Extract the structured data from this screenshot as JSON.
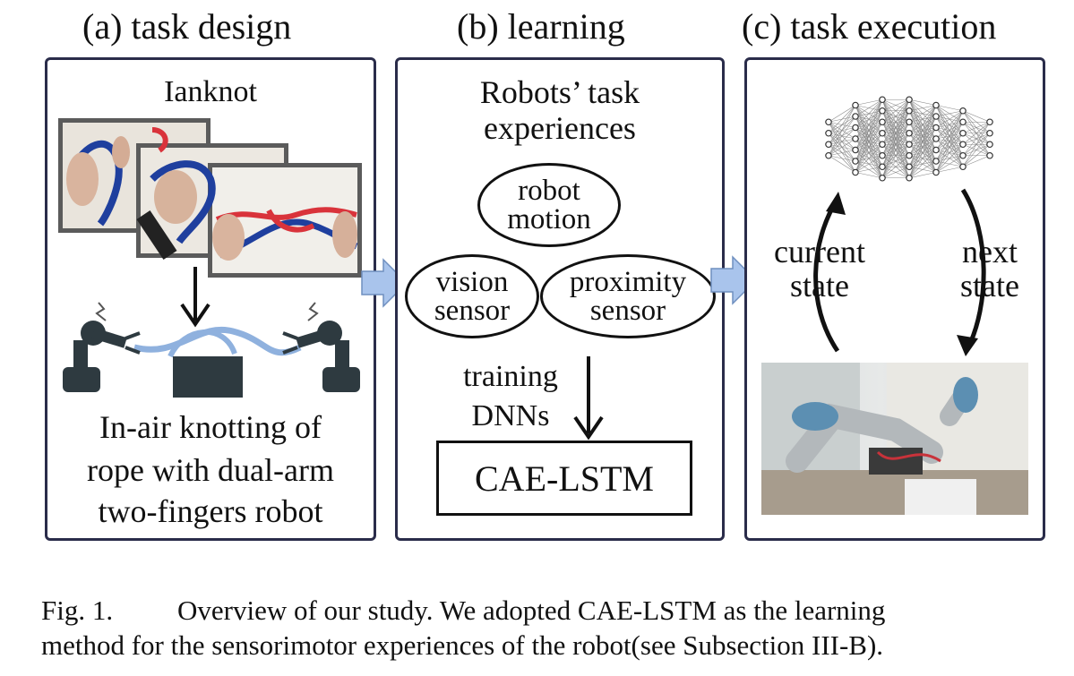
{
  "panels": {
    "a": {
      "title": "(a) task design",
      "subtitle": "Ianknot",
      "description": [
        "In-air knotting of",
        "rope with dual-arm",
        "two-fingers robot"
      ]
    },
    "b": {
      "title": "(b) learning",
      "header": [
        "Robots’ task",
        "experiences"
      ],
      "nodes": {
        "robot_motion": [
          "robot",
          "motion"
        ],
        "vision_sensor": [
          "vision",
          "sensor"
        ],
        "proximity_sensor": [
          "proximity",
          "sensor"
        ]
      },
      "training": [
        "training",
        "DNNs"
      ],
      "model": "CAE-LSTM"
    },
    "c": {
      "title": "(c) task execution",
      "current_state": [
        "current",
        "state"
      ],
      "next_state": [
        "next",
        "state"
      ]
    }
  },
  "caption": {
    "line1_prefix": "Fig. 1.",
    "line1": "Overview of our study. We adopted CAE-LSTM as the learning",
    "line2": "method for the sensorimotor experiences of the robot(see Subsection III-B)."
  },
  "colors": {
    "panel_border": "#2a2c4a",
    "arrow_fill": "#a9c4ec",
    "rope_red": "#d9333b",
    "rope_blue": "#1f3f9e",
    "robot_dark": "#2e3a40"
  }
}
